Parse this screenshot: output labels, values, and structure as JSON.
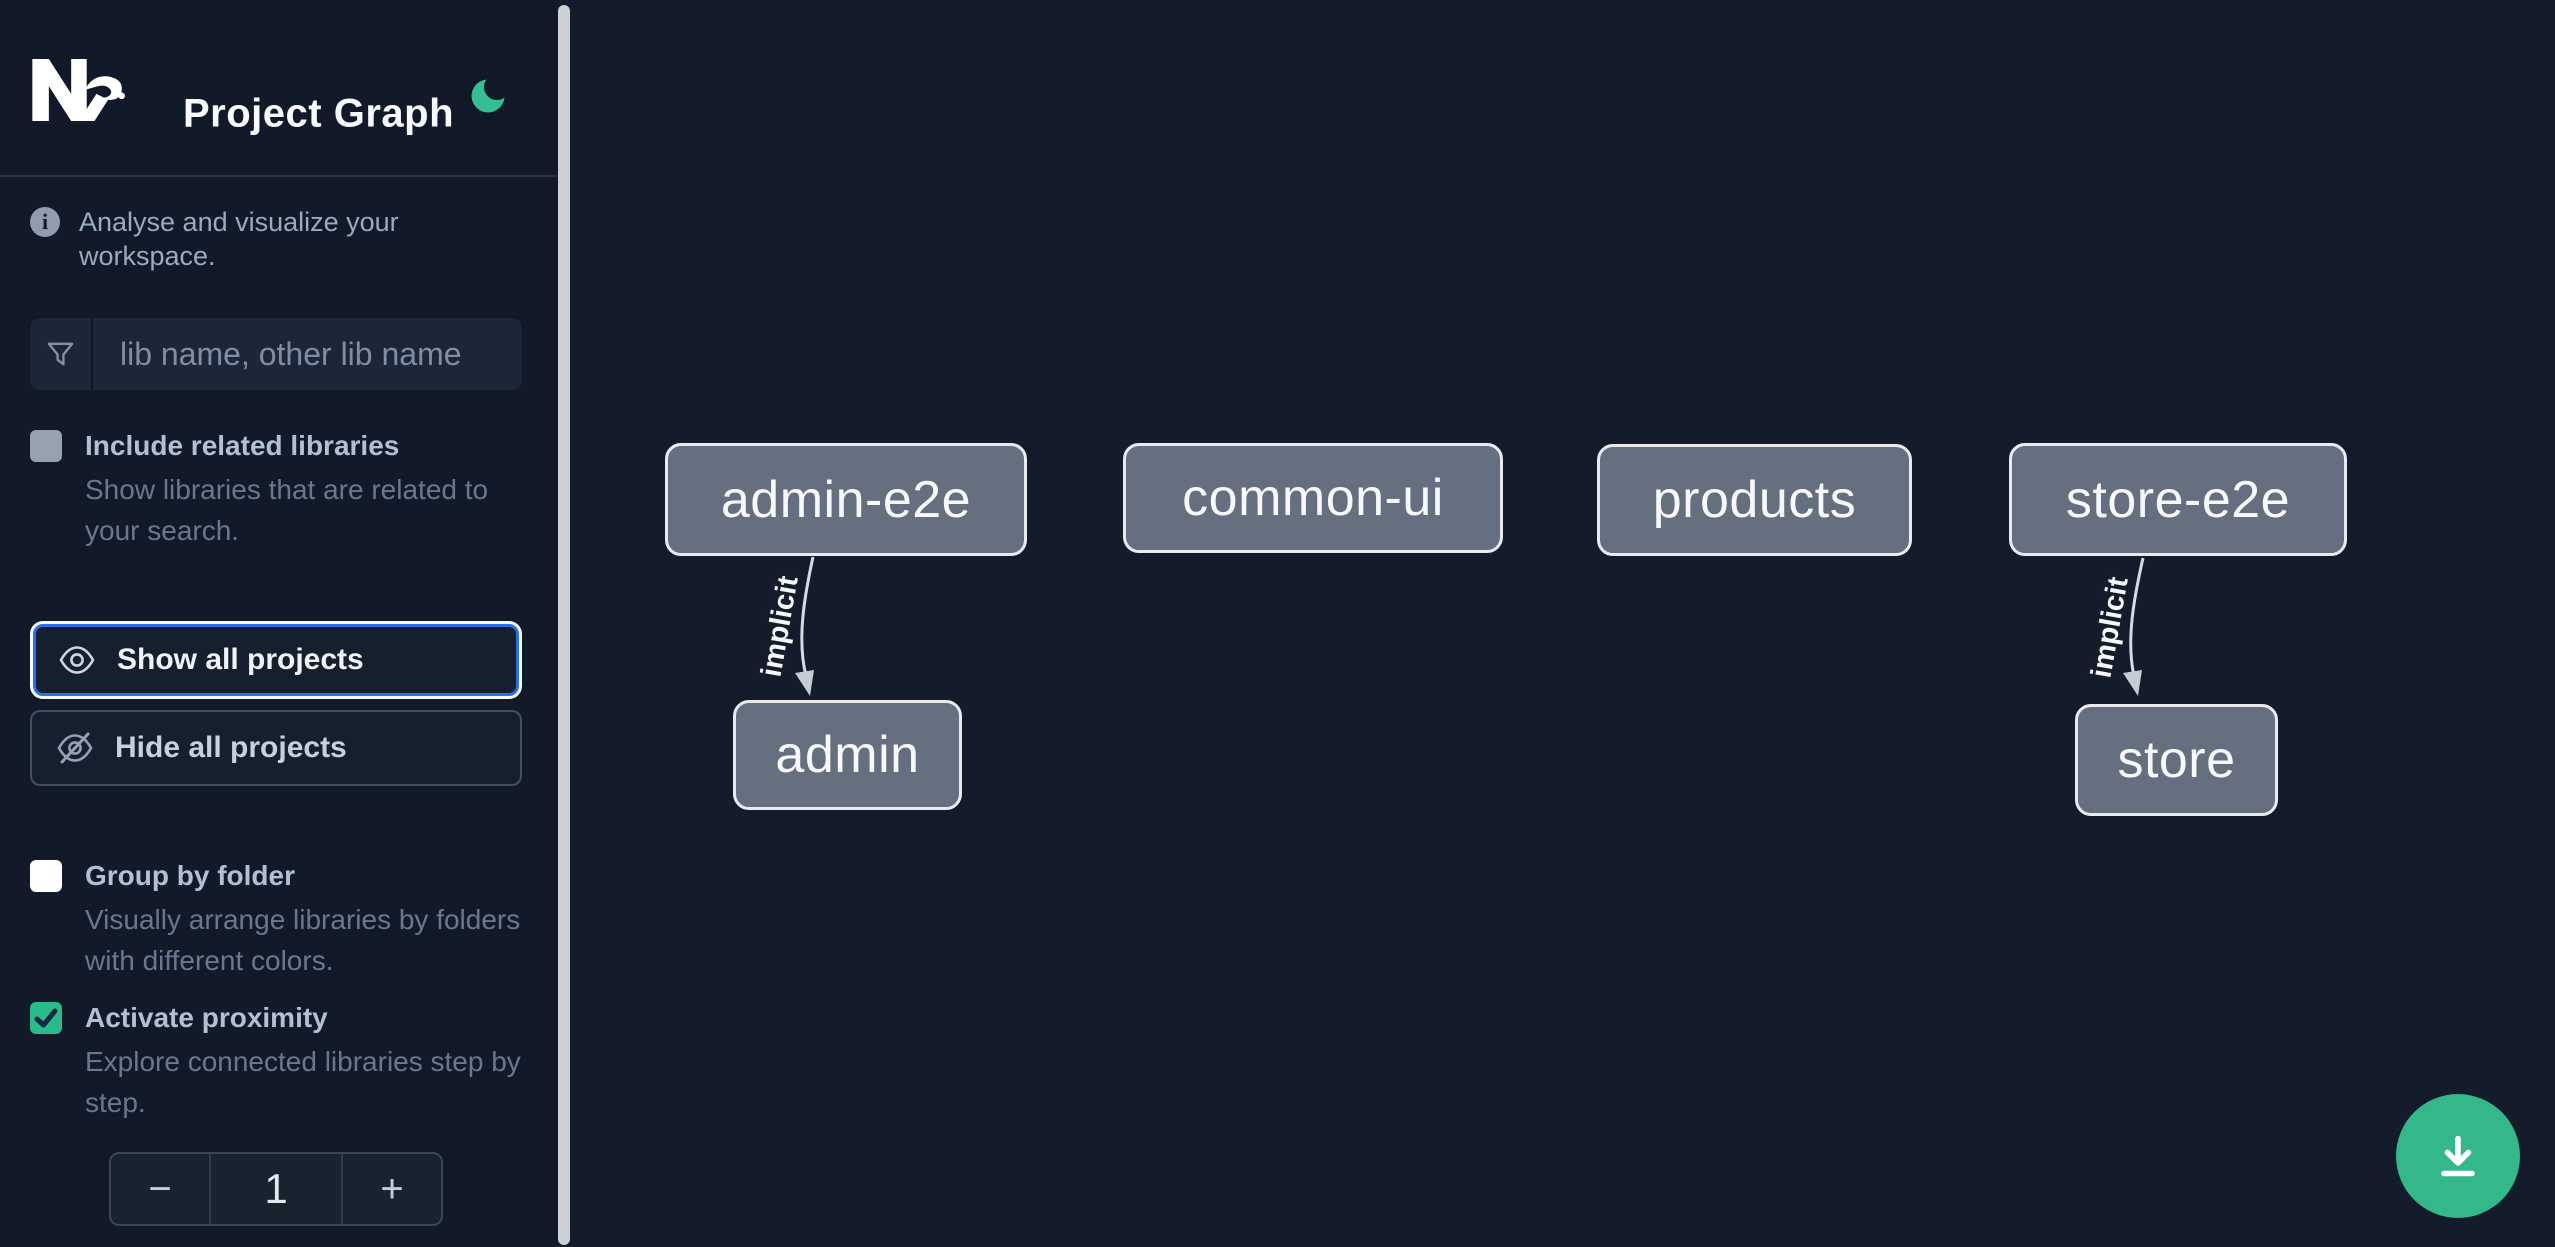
{
  "header": {
    "title": "Project Graph",
    "brand": "Nx"
  },
  "sidebar": {
    "info_text": "Analyse and visualize your workspace.",
    "search_placeholder": "lib name, other lib name",
    "include_related_label": "Include related libraries",
    "include_related_desc": "Show libraries that are related to your search.",
    "show_all_label": "Show all projects",
    "hide_all_label": "Hide all projects",
    "group_by_folder_label": "Group by folder",
    "group_by_folder_desc": "Visually arrange libraries by folders with different colors.",
    "activate_proximity_label": "Activate proximity",
    "activate_proximity_desc": "Explore connected libraries step by step.",
    "checkbox_states": {
      "include_related": false,
      "group_by_folder": false,
      "activate_proximity": true
    },
    "stepper": {
      "decrement": "−",
      "value": "1",
      "increment": "+"
    }
  },
  "graph": {
    "nodes": [
      {
        "label": "admin-e2e"
      },
      {
        "label": "common-ui"
      },
      {
        "label": "products"
      },
      {
        "label": "store-e2e"
      },
      {
        "label": "admin"
      },
      {
        "label": "store"
      }
    ],
    "edges": [
      {
        "from": "admin-e2e",
        "to": "admin",
        "label": "implicit"
      },
      {
        "from": "store-e2e",
        "to": "store",
        "label": "implicit"
      }
    ]
  },
  "colors": {
    "accent_green": "#34b789",
    "focus_blue": "#2e6eea",
    "node_fill": "#666f80",
    "node_border": "#e9ebef",
    "background": "#141c2c",
    "sidebar_background": "#121a29"
  }
}
